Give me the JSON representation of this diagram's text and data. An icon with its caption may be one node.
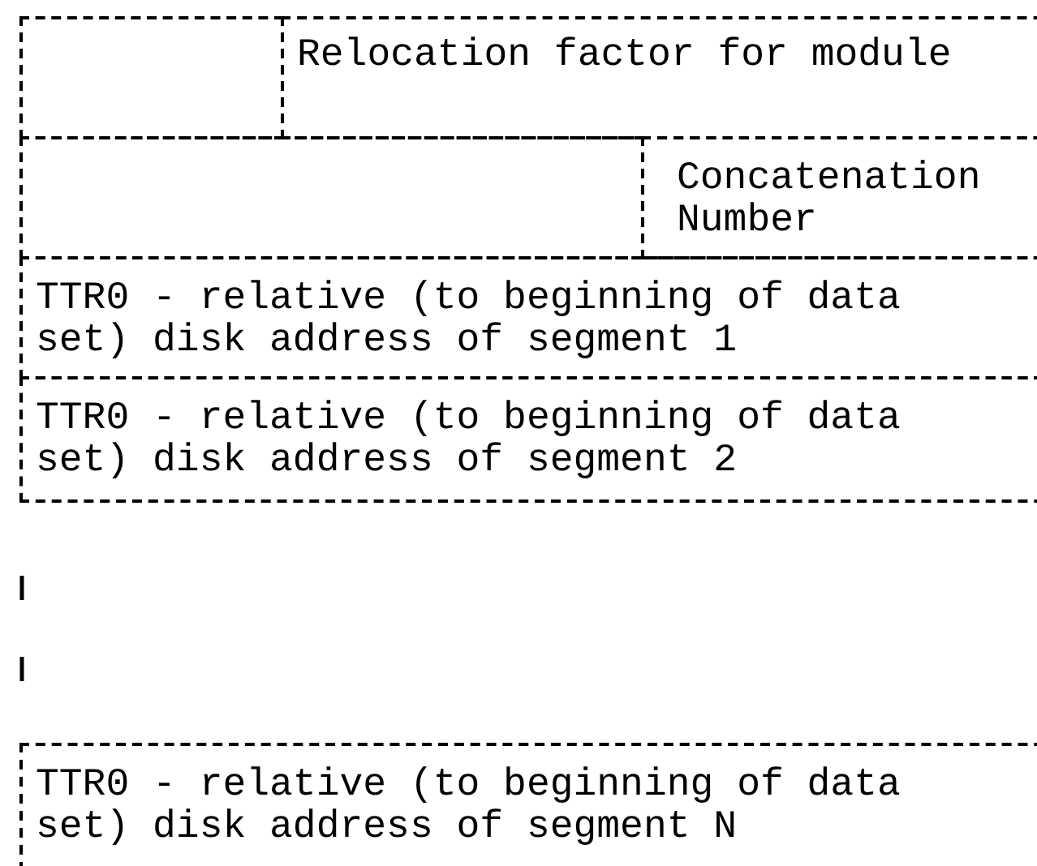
{
  "diagram": {
    "nodes": [
      {
        "text": [],
        "shape": "box"
      },
      {
        "text": [
          "Relocation factor for module"
        ]
      },
      {
        "text": [],
        "shape": "box"
      },
      {
        "text": [
          "Concatenation Number"
        ]
      },
      {
        "text": [
          "TTR0 - relative (to beginning of data set) disk address of segment 1"
        ]
      },
      {
        "text": [
          "TTR0 - relative (to beginning of data set) disk address of segment 2"
        ]
      },
      {
        "text": [
          "TTR0 - relative (to beginning of data set) disk address of segment N"
        ]
      }
    ]
  }
}
